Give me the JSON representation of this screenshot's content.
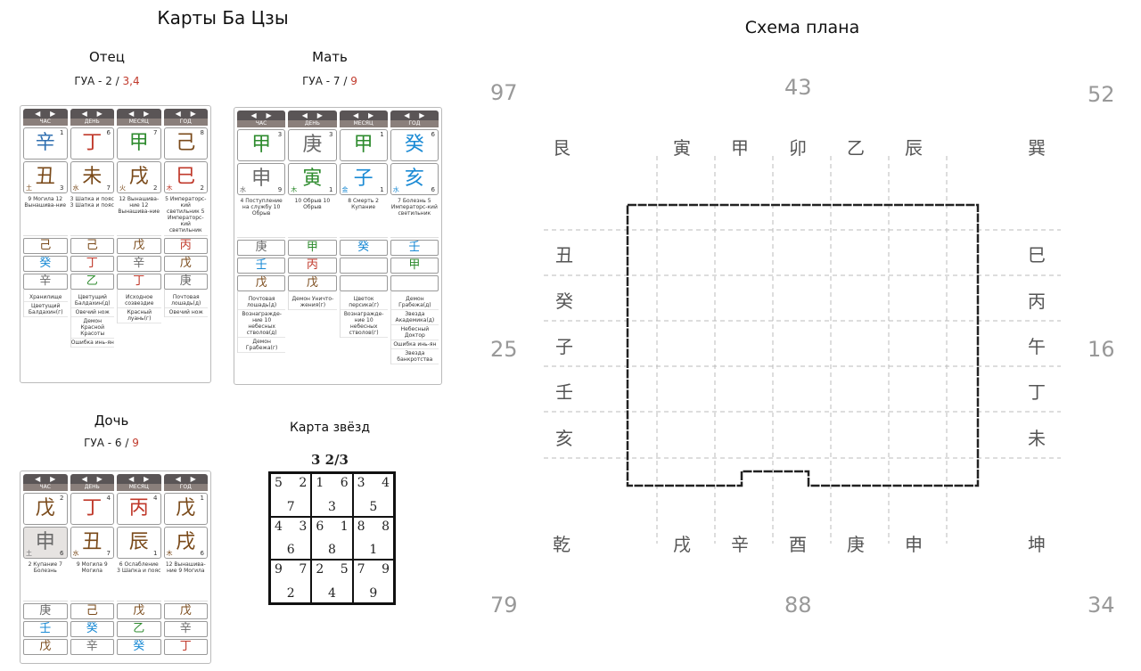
{
  "bazi_title": "Карты Ба Цзы",
  "plan_title": "Схема плана",
  "flying_title": "Карта звёзд",
  "flying_period": "3 2/3",
  "flying_cells": [
    {
      "tl": "5",
      "tr": "2",
      "b": "7"
    },
    {
      "tl": "1",
      "tr": "6",
      "b": "3"
    },
    {
      "tl": "3",
      "tr": "4",
      "b": "5"
    },
    {
      "tl": "4",
      "tr": "3",
      "b": "6"
    },
    {
      "tl": "6",
      "tr": "1",
      "b": "8"
    },
    {
      "tl": "8",
      "tr": "8",
      "b": "1"
    },
    {
      "tl": "9",
      "tr": "7",
      "b": "2"
    },
    {
      "tl": "2",
      "tr": "5",
      "b": "4"
    },
    {
      "tl": "7",
      "tr": "9",
      "b": "9"
    }
  ],
  "father": {
    "name": "Отец",
    "gua": "ГУА - 2 /",
    "gua_red": "3,4",
    "columns": [
      {
        "head": "ЧАС",
        "stem": "辛",
        "stem_num": "1",
        "stem_color": "#2f6fb0",
        "branch": "丑",
        "branch_el": "土",
        "branch_num": "3",
        "branch_color": "#7a4a1a",
        "info": "9 Могила 12 Вынашива-ние",
        "h1": "己",
        "h2": "癸",
        "h3": "辛",
        "stars": [
          "Хранилище",
          "Цветущий Балдахин(г)"
        ]
      },
      {
        "head": "ДЕНЬ",
        "stem": "丁",
        "stem_num": "6",
        "stem_color": "#c0392b",
        "branch": "未",
        "branch_el": "水",
        "branch_num": "7",
        "branch_color": "#7a4a1a",
        "info": "3 Шапка и пояс 3 Шапка и пояс",
        "h1": "己",
        "h2": "丁",
        "h3": "乙",
        "stars": [
          "Цветущий Балдахин(д)",
          "Овечий нож",
          "Демон Красной Красоты",
          "Ошибка инь-ян"
        ]
      },
      {
        "head": "МЕСЯЦ",
        "stem": "甲",
        "stem_num": "7",
        "stem_color": "#2e8b2e",
        "branch": "戌",
        "branch_el": "火",
        "branch_num": "2",
        "branch_color": "#7a4a1a",
        "info": "12 Вынашива-ние 12 Вынашива-ние",
        "h1": "戊",
        "h2": "辛",
        "h3": "丁",
        "stars": [
          "Исходное созвездие",
          "Красный луань(г)"
        ]
      },
      {
        "head": "ГОД",
        "stem": "己",
        "stem_num": "8",
        "stem_color": "#7a4a1a",
        "branch": "巳",
        "branch_el": "木",
        "branch_num": "2",
        "branch_color": "#c0392b",
        "info": "5 Императорс-кий светильник 5 Императорс-кий светильник",
        "h1": "丙",
        "h2": "戊",
        "h3": "庚",
        "stars": [
          "Почтовая лошадь(д)",
          "Овечий нож"
        ]
      }
    ]
  },
  "mother": {
    "name": "Мать",
    "gua": "ГУА - 7 /",
    "gua_red": "9",
    "columns": [
      {
        "head": "ЧАС",
        "stem": "甲",
        "stem_num": "3",
        "stem_color": "#2e8b2e",
        "branch": "申",
        "branch_el": "水",
        "branch_num": "9",
        "branch_color": "#6a6a6a",
        "info": "4 Поступление на службу 10 Обрыв",
        "h1": "庚",
        "h2": "壬",
        "h3": "戊",
        "stars": [
          "Почтовая лошадь(д)",
          "Вознагражде-ние 10 небесных стволов(д)",
          "Демон Грабежа(г)"
        ]
      },
      {
        "head": "ДЕНЬ",
        "stem": "庚",
        "stem_num": "3",
        "stem_color": "#6a6a6a",
        "branch": "寅",
        "branch_el": "木",
        "branch_num": "1",
        "branch_color": "#2e8b2e",
        "info": "10 Обрыв 10 Обрыв",
        "h1": "甲",
        "h2": "丙",
        "h3": "戊",
        "stars": [
          "Демон Уничто-жения(г)"
        ]
      },
      {
        "head": "МЕСЯЦ",
        "stem": "甲",
        "stem_num": "1",
        "stem_color": "#2e8b2e",
        "branch": "子",
        "branch_el": "金",
        "branch_num": "1",
        "branch_color": "#1a8ad4",
        "info": "8 Смерть 2 Купание",
        "h1": "癸",
        "h2": "",
        "h3": "",
        "stars": [
          "Цветок персика(г)",
          "Вознагражде-ние 10 небесных стволов(г)"
        ]
      },
      {
        "head": "ГОД",
        "stem": "癸",
        "stem_num": "6",
        "stem_color": "#1a8ad4",
        "branch": "亥",
        "branch_el": "水",
        "branch_num": "6",
        "branch_color": "#1a8ad4",
        "info": "7 Болезнь 5 Императорс-кий светильник",
        "h1": "壬",
        "h2": "甲",
        "h3": "",
        "stars": [
          "Демон Грабежа(д)",
          "Звезда Академика(д)",
          "Небесный Доктор",
          "Ошибка инь-ян",
          "Звезда банкротства"
        ]
      }
    ]
  },
  "daughter": {
    "name": "Дочь",
    "gua": "ГУА - 6 /",
    "gua_red": "9",
    "columns": [
      {
        "head": "ЧАС",
        "stem": "戊",
        "stem_num": "2",
        "stem_color": "#7a4a1a",
        "branch": "申",
        "branch_el": "土",
        "branch_num": "6",
        "branch_color": "#6a6a6a",
        "gray": true,
        "info": "2 Купание 7 Болезнь",
        "h1": "庚",
        "h2": "壬",
        "h3": "戊"
      },
      {
        "head": "ДЕНЬ",
        "stem": "丁",
        "stem_num": "4",
        "stem_color": "#c0392b",
        "branch": "丑",
        "branch_el": "水",
        "branch_num": "7",
        "branch_color": "#7a4a1a",
        "info": "9 Могила 9 Могила",
        "h1": "己",
        "h2": "癸",
        "h3": "辛"
      },
      {
        "head": "МЕСЯЦ",
        "stem": "丙",
        "stem_num": "4",
        "stem_color": "#c0392b",
        "branch": "辰",
        "branch_el": "",
        "branch_num": "1",
        "branch_color": "#7a4a1a",
        "info": "6 Ослабление 3 Шапка и пояс",
        "h1": "戊",
        "h2": "乙",
        "h3": "癸"
      },
      {
        "head": "ГОД",
        "stem": "戊",
        "stem_num": "1",
        "stem_color": "#7a4a1a",
        "branch": "戌",
        "branch_el": "木",
        "branch_num": "6",
        "branch_color": "#7a4a1a",
        "info": "12 Вынашива-ние 9 Могила",
        "h1": "戊",
        "h2": "辛",
        "h3": "丁"
      }
    ]
  },
  "plan": {
    "corner_nw": "97",
    "north": "43",
    "corner_ne": "52",
    "west": "25",
    "east": "16",
    "corner_sw": "79",
    "south": "88",
    "corner_se": "34",
    "top_row": [
      "艮",
      "寅",
      "甲",
      "卯",
      "乙",
      "辰",
      "巽"
    ],
    "left_col": [
      "丑",
      "癸",
      "子",
      "壬",
      "亥"
    ],
    "right_col": [
      "巳",
      "丙",
      "午",
      "丁",
      "未"
    ],
    "bottom_row": [
      "乾",
      "戌",
      "辛",
      "酉",
      "庚",
      "申",
      "坤"
    ]
  }
}
